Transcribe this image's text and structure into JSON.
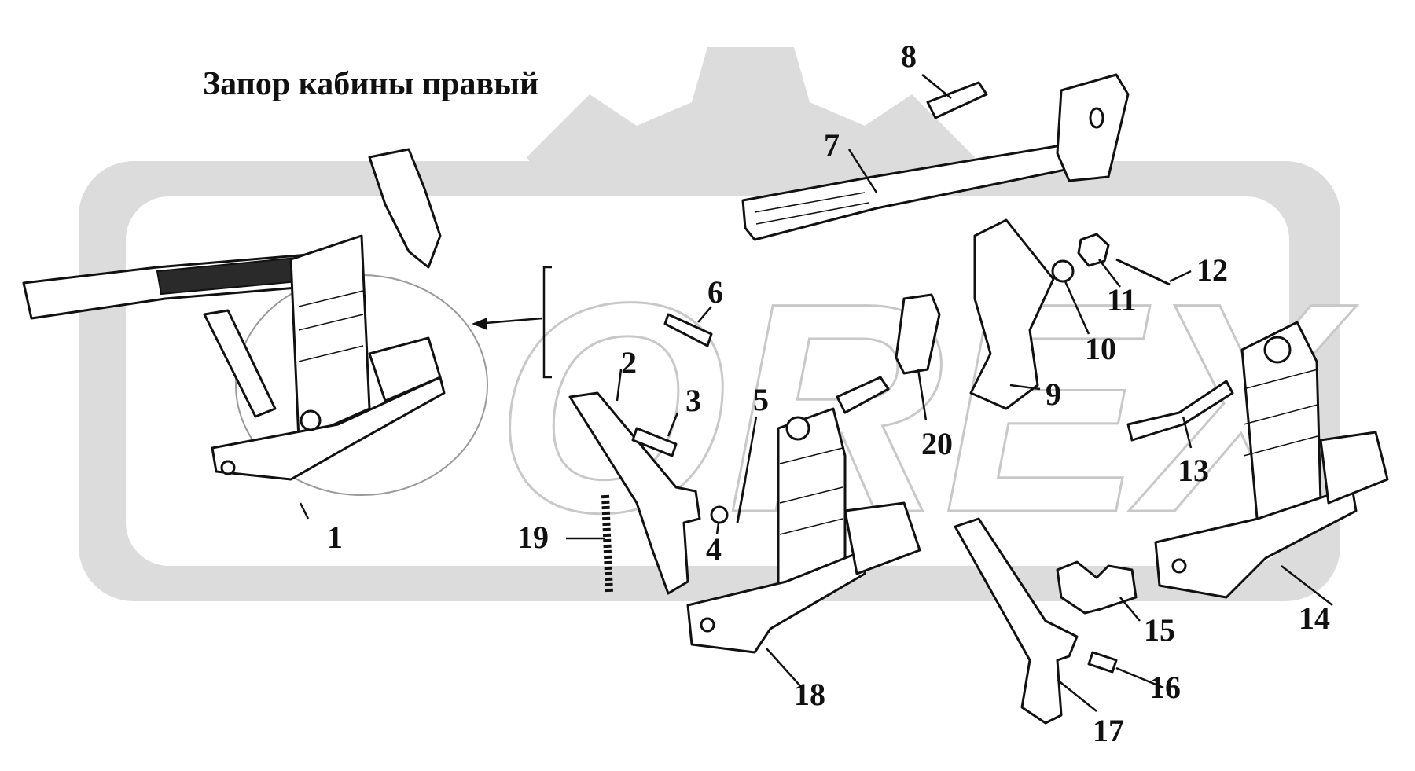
{
  "title": "Запор кабины правый",
  "watermark": "OREX",
  "colors": {
    "watermark": "#d9d9d9",
    "ink": "#111111",
    "background": "#ffffff"
  },
  "callouts": [
    "1",
    "2",
    "3",
    "4",
    "5",
    "6",
    "7",
    "8",
    "9",
    "10",
    "11",
    "12",
    "13",
    "14",
    "15",
    "16",
    "17",
    "18",
    "19",
    "20"
  ]
}
